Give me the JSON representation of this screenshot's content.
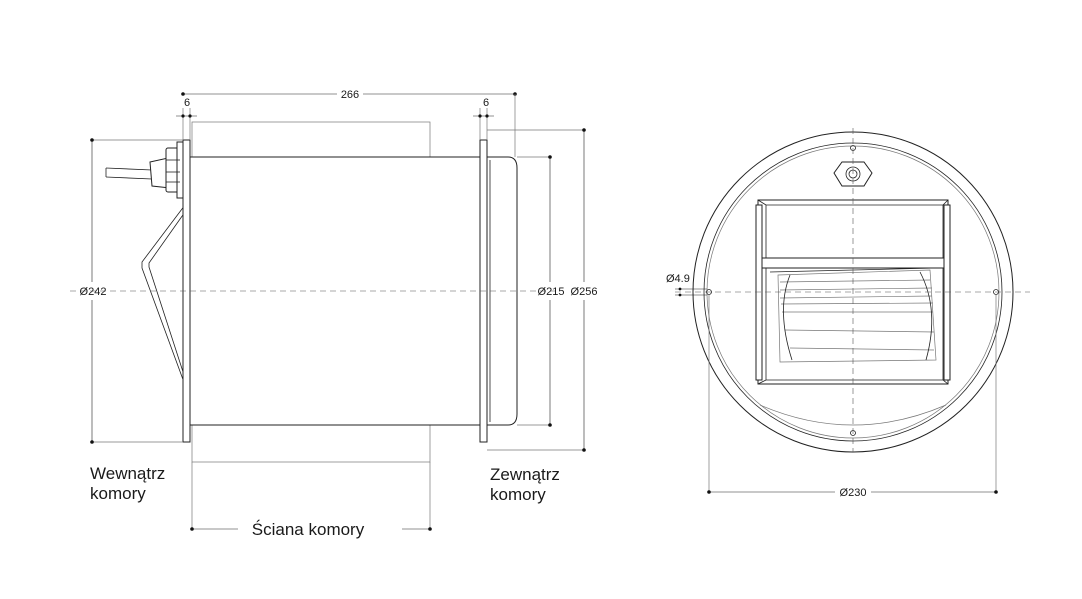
{
  "dimensions": {
    "overall_length": "266",
    "flange_left": "6",
    "flange_right": "6",
    "dia_242": "Ø242",
    "dia_215": "Ø215",
    "dia_256": "Ø256",
    "hole_dia": "Ø4.9",
    "bolt_circle": "Ø230"
  },
  "labels": {
    "inside_line1": "Wewnątrz",
    "inside_line2": "komory",
    "outside_line1": "Zewnątrz",
    "outside_line2": "komory",
    "wall": "Ściana komory"
  }
}
